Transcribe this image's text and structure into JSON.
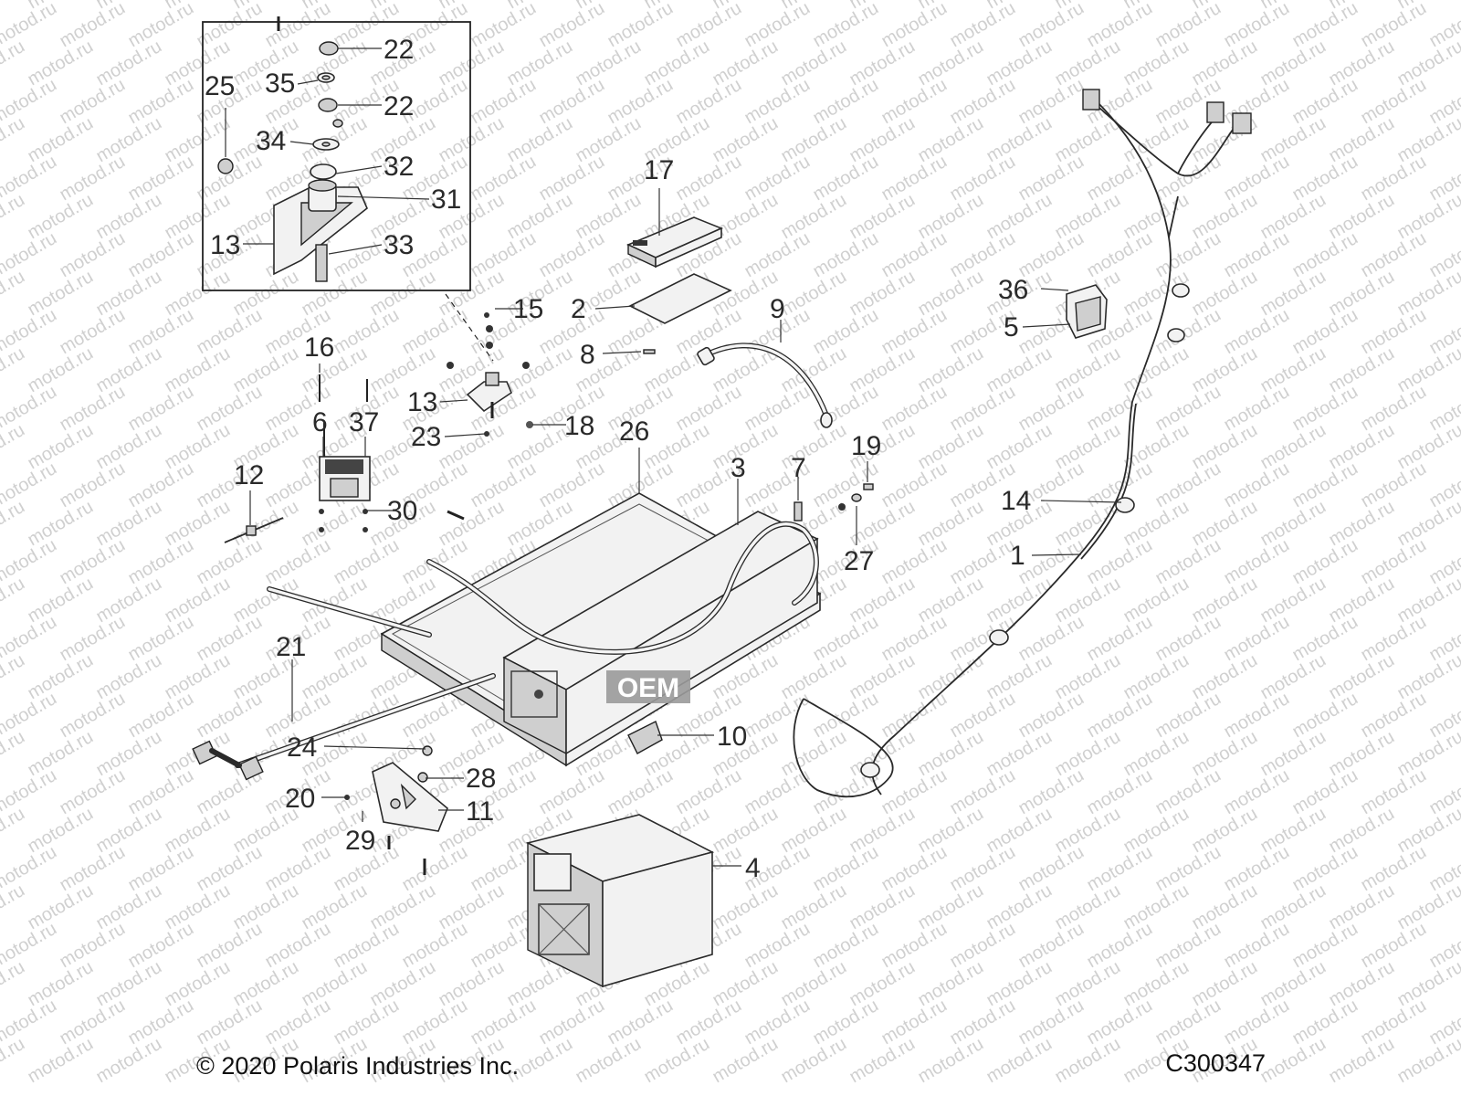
{
  "diagram": {
    "copyright": "© 2020 Polaris Industries Inc.",
    "code": "C300347",
    "watermark": "motod.ru",
    "stamp": "OEM",
    "callouts": [
      "1",
      "2",
      "3",
      "4",
      "5",
      "6",
      "7",
      "8",
      "9",
      "10",
      "11",
      "12",
      "13",
      "13",
      "14",
      "15",
      "16",
      "17",
      "18",
      "19",
      "20",
      "21",
      "22",
      "22",
      "23",
      "24",
      "25",
      "26",
      "27",
      "28",
      "29",
      "30",
      "31",
      "32",
      "33",
      "34",
      "35",
      "36",
      "37"
    ],
    "colors": {
      "line": "#2a2a2a",
      "fill": "#f2f2f2",
      "watermark": "#d0d0d0"
    }
  }
}
